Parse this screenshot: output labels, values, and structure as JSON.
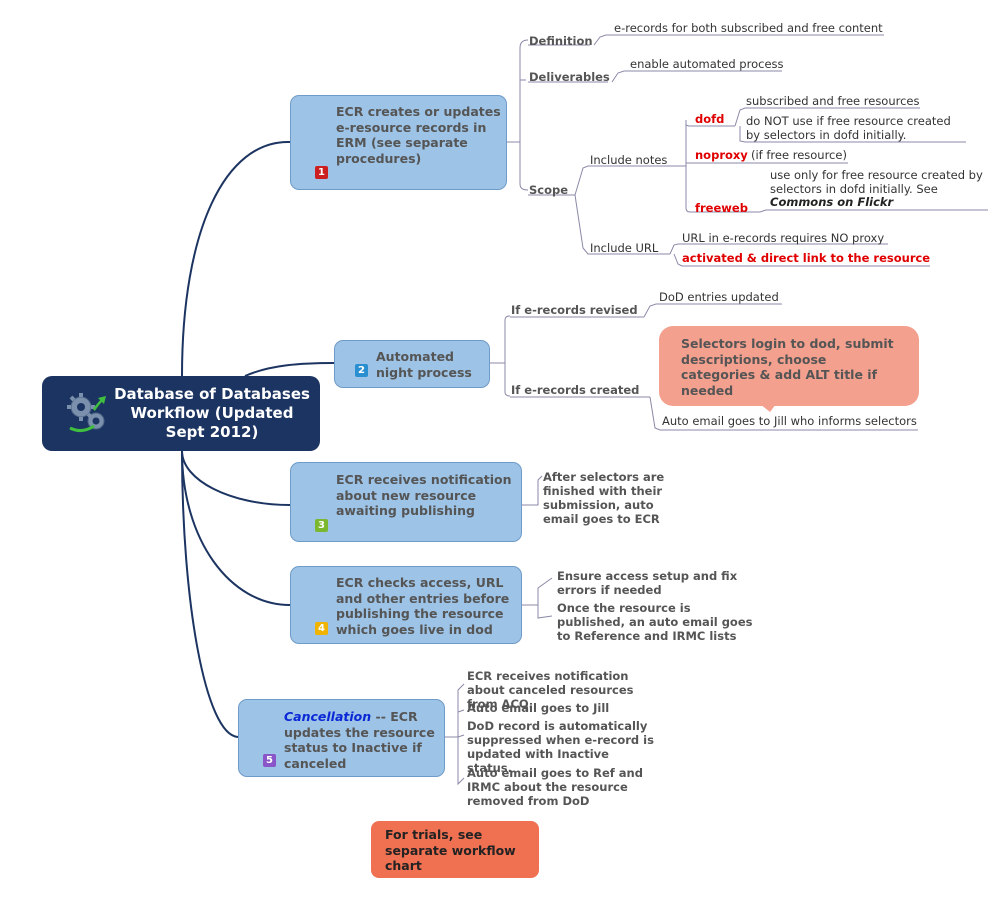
{
  "central": {
    "title": "Database of Databases Workflow (Updated Sept 2012)",
    "icon": "gears-icon"
  },
  "step1": {
    "text": "ECR creates or updates e-resource records  in ERM (see separate procedures)",
    "badge": "1",
    "badge_color": "#cc1f1f",
    "definition": {
      "label": "Definition",
      "note": "e-records for both subscribed and free content"
    },
    "deliverables": {
      "label": "Deliverables",
      "note": "enable automated process"
    },
    "scope": {
      "label": "Scope",
      "include_notes": {
        "label": "Include notes",
        "dofd": {
          "label": "dofd",
          "notes": [
            "subscribed and free resources",
            "do NOT use if free resource created by selectors in dofd initially."
          ]
        },
        "noproxy": {
          "label": "noproxy",
          "note": "(if free resource)"
        },
        "freeweb": {
          "label": "freeweb",
          "note": "use only for free resource created by selectors in dofd initially.  See",
          "note_em": "Commons on Flickr"
        }
      },
      "include_url": {
        "label": "Include URL",
        "note1": "URL in e-records requires NO proxy",
        "note2": "activated & direct link to the resource"
      }
    }
  },
  "step2": {
    "text": "Automated night process",
    "badge": "2",
    "badge_color": "#2a8fd0",
    "revised": {
      "label": "If e-records revised",
      "note": "DoD entries updated"
    },
    "created": {
      "label": "If e-records created",
      "callout": "Selectors login to dod, submit descriptions, choose categories & add ALT title if needed",
      "note": "Auto email goes to Jill who informs selectors"
    }
  },
  "step3": {
    "text": "ECR receives notification about new resource  awaiting publishing",
    "badge": "3",
    "badge_color": "#7cb82f",
    "note": "After selectors are finished with their submission, auto email goes to ECR"
  },
  "step4": {
    "text": "ECR checks access, URL and other entries before publishing the resource which goes live in dod",
    "badge": "4",
    "badge_color": "#f0b400",
    "notes": [
      "Ensure access setup and fix errors if needed",
      "Once the resource is published, an auto email goes to Reference and IRMC lists"
    ]
  },
  "step5": {
    "text_em": "Cancellation",
    "text": " -- ECR updates the resource status to Inactive if canceled",
    "badge": "5",
    "badge_color": "#8a55c8",
    "notes": [
      "ECR receives notification about canceled resources from ACQ.",
      "Auto email goes to Jill",
      "DoD record is automatically suppressed when e-record is updated with Inactive status.",
      "Auto email goes to Ref and IRMC about the resource removed from DoD"
    ]
  },
  "trials": {
    "text": "For trials, see separate workflow chart"
  },
  "colors": {
    "central": "#1c3461",
    "node": "#9dc3e6",
    "callout": "#f4a08e",
    "trials": "#f07052",
    "connector": "#1c3461",
    "leafline": "#8a8aa8"
  }
}
